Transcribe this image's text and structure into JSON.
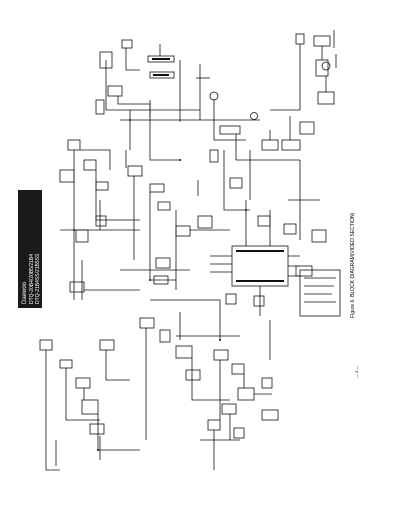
{
  "page": {
    "caption": "Figure 6: BLOCK DIAGRAM(VIDEO SECTION)",
    "title_block": {
      "brand": "Daewoo",
      "line1": "DTQ-20B4/20B5/21B4",
      "line2": "DTQ-21B4SS/21B5SS"
    },
    "page_number": "— 3 —"
  },
  "colors": {
    "ink": "#111111",
    "paper": "#ffffff",
    "title_block_bg": "#1a1a1a",
    "title_block_text": "#ffffff"
  }
}
